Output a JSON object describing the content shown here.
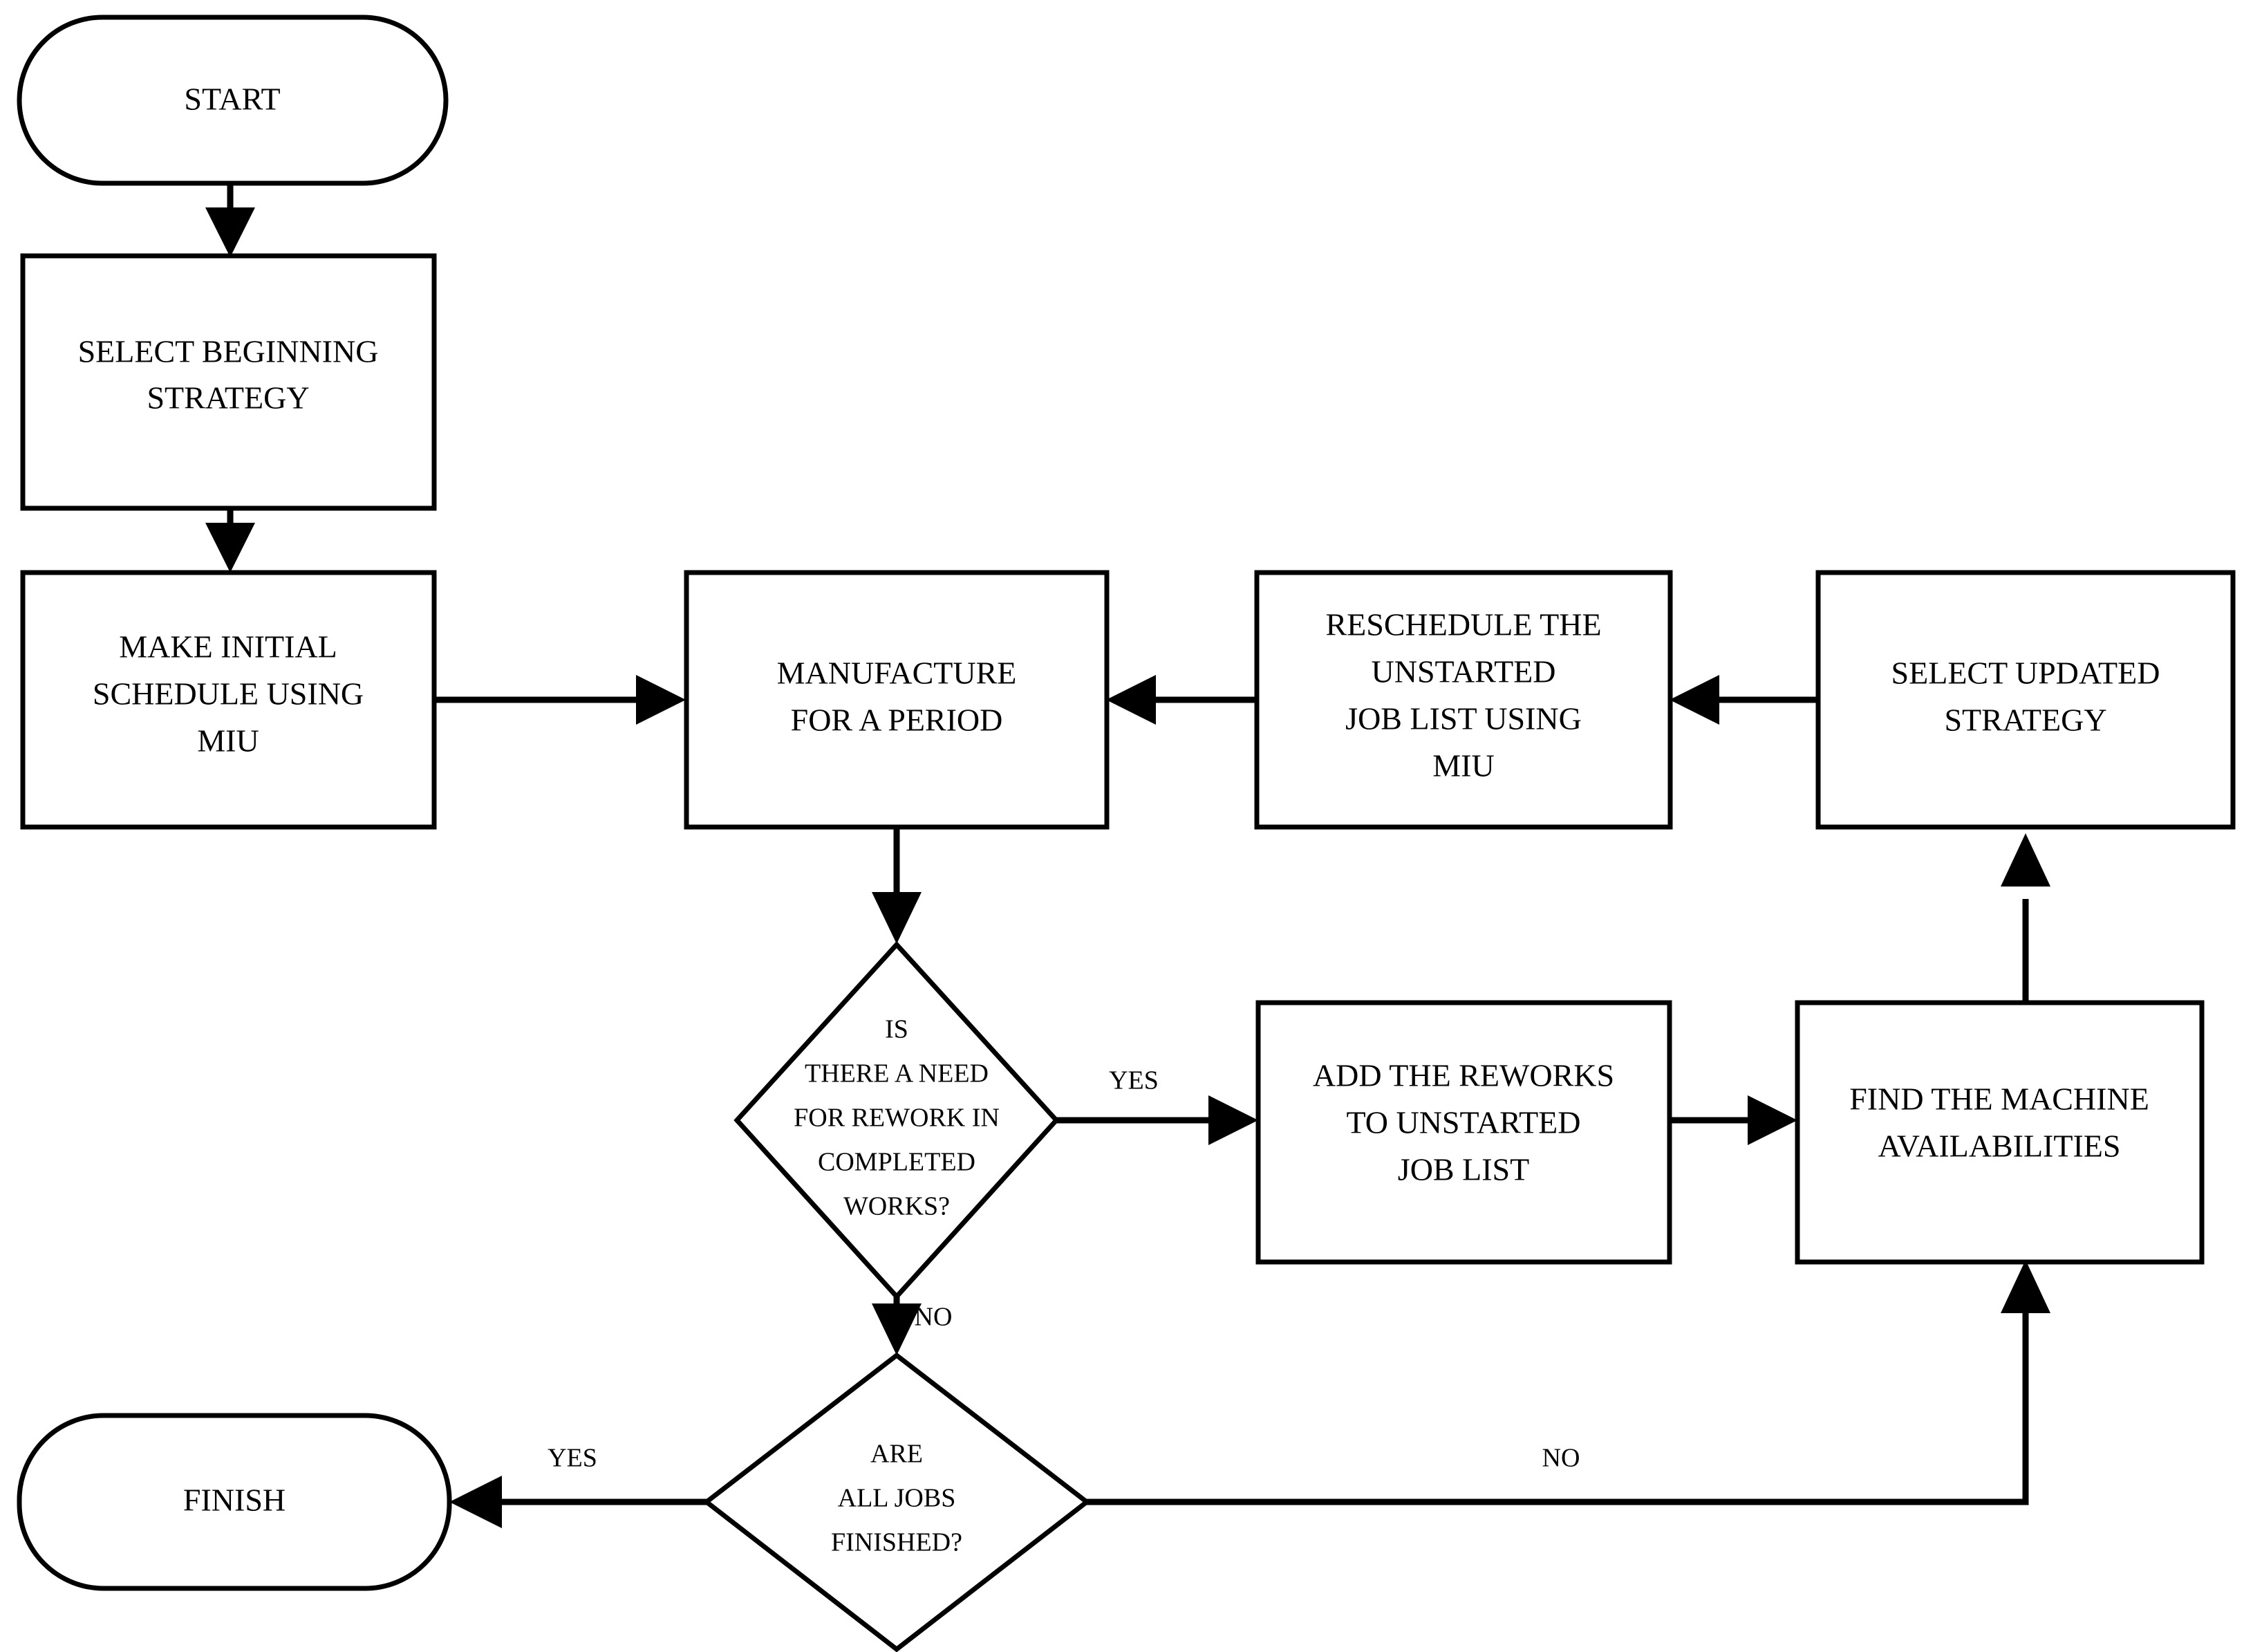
{
  "diagram": {
    "title": "Manufacturing rescheduling flowchart",
    "background_color": "#ffffff",
    "line_color": "#000000",
    "fill_color": "#ffffff"
  },
  "nodes": {
    "start": {
      "label": "START",
      "shape": "terminator"
    },
    "select_beginning_strategy": {
      "line1": "SELECT BEGINNING",
      "line2": "STRATEGY",
      "shape": "process"
    },
    "make_initial_schedule": {
      "line1": "MAKE INITIAL",
      "line2": "SCHEDULE USING",
      "line3": "MIU",
      "shape": "process"
    },
    "manufacture_for_a_period": {
      "line1": "MANUFACTURE",
      "line2": "FOR A PERIOD",
      "shape": "process"
    },
    "reschedule_unstarted": {
      "line1": "RESCHEDULE THE",
      "line2": "UNSTARTED",
      "line3": "JOB LIST USING",
      "line4": "MIU",
      "shape": "process"
    },
    "select_updated_strategy": {
      "line1": "SELECT UPDATED",
      "line2": "STRATEGY",
      "shape": "process"
    },
    "rework_decision": {
      "line1": "IS",
      "line2": "THERE A NEED",
      "line3": "FOR REWORK IN",
      "line4": "COMPLETED",
      "line5": "WORKS?",
      "shape": "decision"
    },
    "add_reworks": {
      "line1": "ADD THE REWORKS",
      "line2": "TO UNSTARTED",
      "line3": "JOB LIST",
      "shape": "process"
    },
    "find_machine_availabilities": {
      "line1": "FIND THE MACHINE",
      "line2": "AVAILABILITIES",
      "shape": "process"
    },
    "jobs_finished_decision": {
      "line1": "ARE",
      "line2": "ALL JOBS",
      "line3": "FINISHED?",
      "shape": "decision"
    },
    "finish": {
      "label": "FINISH",
      "shape": "terminator"
    }
  },
  "edge_labels": {
    "rework_yes": "YES",
    "rework_no": "NO",
    "jobs_yes": "YES",
    "jobs_no": "NO"
  }
}
